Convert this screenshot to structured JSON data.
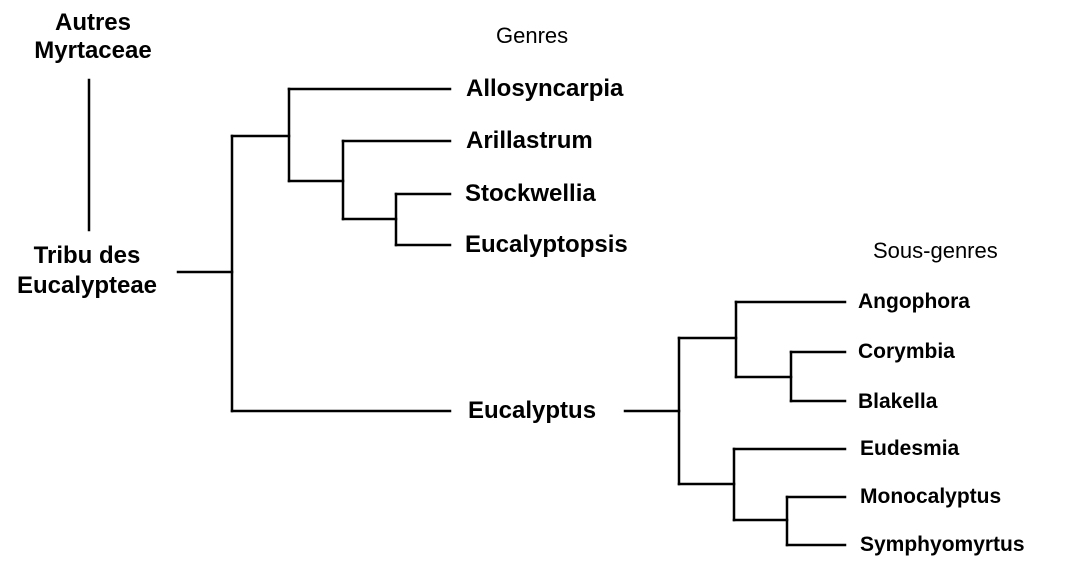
{
  "headers": {
    "genres": "Genres",
    "sous_genres": "Sous-genres"
  },
  "outgroup": {
    "line1": "Autres",
    "line2": "Myrtaceae"
  },
  "root": {
    "line1": "Tribu des",
    "line2": "Eucalypteae"
  },
  "genera": [
    "Allosyncarpia",
    "Arillastrum",
    "Stockwellia",
    "Eucalyptopsis",
    "Eucalyptus"
  ],
  "subgenera": [
    "Angophora",
    "Corymbia",
    "Blakella",
    "Eudesmia",
    "Monocalyptus",
    "Symphyomyrtus"
  ],
  "line_color": "#000000"
}
